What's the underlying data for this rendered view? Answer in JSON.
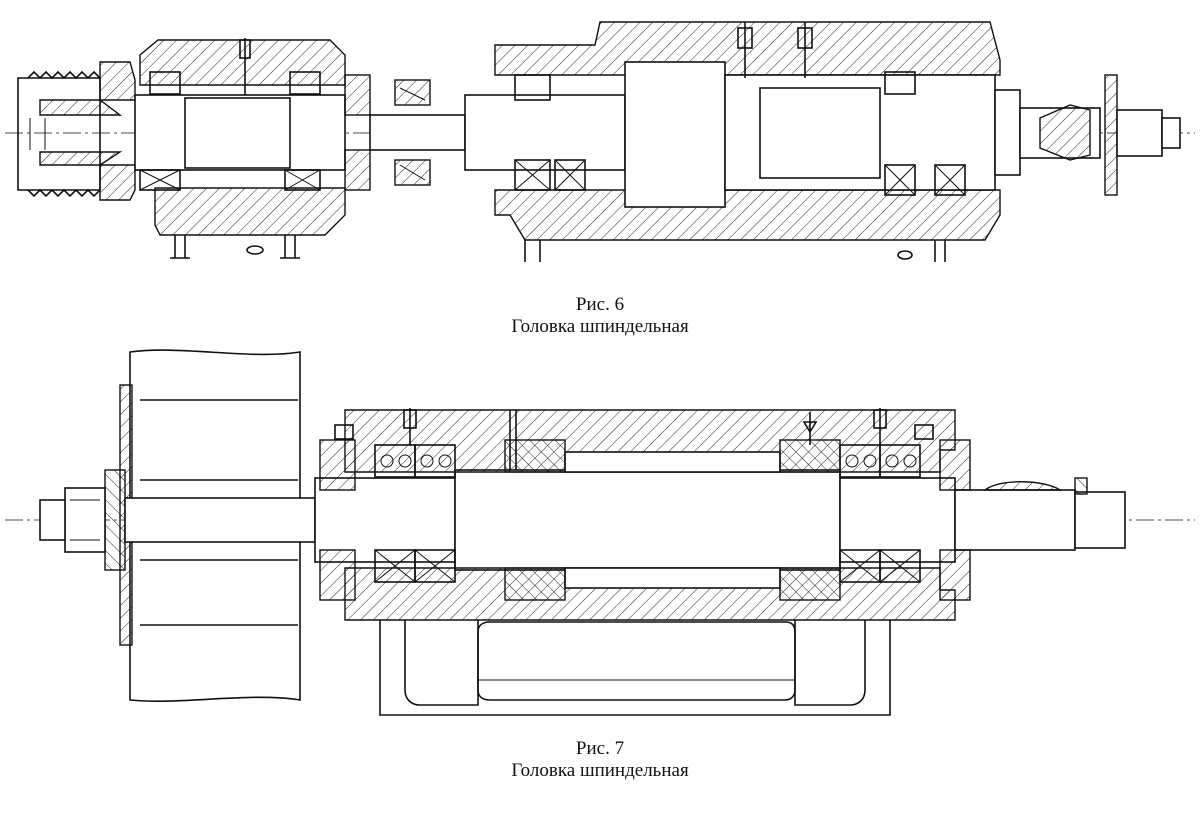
{
  "figures": [
    {
      "number_label": "Рис. 6",
      "title": "Головка шпиндельная"
    },
    {
      "number_label": "Рис. 7",
      "title": "Головка шпиндельная"
    }
  ],
  "colors": {
    "ink": "#111111",
    "paper": "#ffffff"
  }
}
